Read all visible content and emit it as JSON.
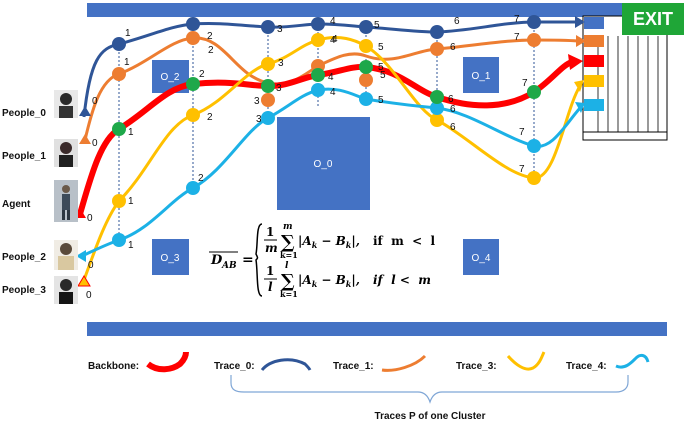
{
  "exit": {
    "label": "EXIT",
    "color": "#1fa637"
  },
  "obstacles": [
    {
      "label": "O_2"
    },
    {
      "label": "O_1"
    },
    {
      "label": "O_0"
    },
    {
      "label": "O_3"
    },
    {
      "label": "O_4"
    }
  ],
  "people": [
    {
      "label": "People_0",
      "start": "0"
    },
    {
      "label": "People_1",
      "start": "0"
    },
    {
      "label": "Agent",
      "start": "0"
    },
    {
      "label": "People_2",
      "start": "0"
    },
    {
      "label": "People_3",
      "start": "0"
    }
  ],
  "formula": {
    "lhs": "D_AB",
    "case1_condition": "if  m  <  l",
    "case2_condition": "if  l <  m",
    "case1_coef": "1/m",
    "case2_coef": "1/l",
    "sum_upper_1": "m",
    "sum_upper_2": "l",
    "sum_lower": "k=1",
    "term": "|A_k − B_k|,"
  },
  "legend": {
    "backbone": "Backbone:",
    "trace_0": "Trace_0:",
    "trace_1": "Trace_1:",
    "trace_3": "Trace_3:",
    "trace_4": "Trace_4:",
    "caption": "Traces P of one Cluster"
  },
  "colors": {
    "wall": "#4472c4",
    "obstacle": "#4472c4",
    "backbone": "#ff0000",
    "trace_0": "#2f5597",
    "trace_1": "#ed7d31",
    "trace_3": "#ffc000",
    "trace_4": "#1cb1e6",
    "node": "#1ea84a"
  },
  "step_labels": {
    "trace_0": [
      "1",
      "2",
      "3",
      "4",
      "5",
      "6",
      "7"
    ],
    "trace_1": [
      "1",
      "2",
      "3",
      "4",
      "5",
      "6",
      "7"
    ],
    "trace_3": [
      "1",
      "2",
      "3",
      "4",
      "5",
      "6",
      "7"
    ],
    "trace_4": [
      "1",
      "2",
      "3",
      "4",
      "5",
      "6",
      "7"
    ],
    "backbone": [
      "1",
      "2",
      "3",
      "4",
      "5",
      "6",
      "7"
    ]
  }
}
